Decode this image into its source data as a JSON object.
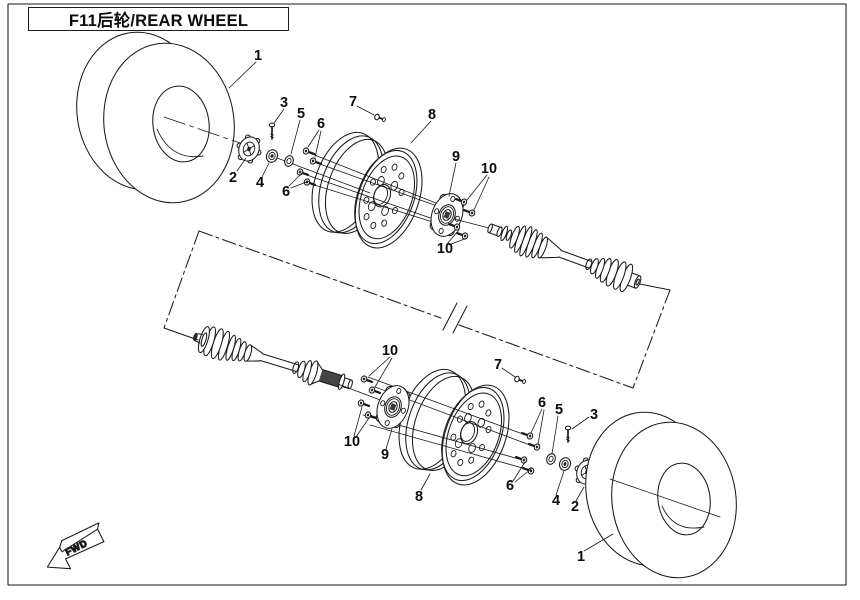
{
  "colors": {
    "ink": "#1a1a1a",
    "paper": "#ffffff"
  },
  "header": {
    "title": "F11后轮/REAR WHEEL"
  },
  "orientation": {
    "fwd_label": "FWD"
  },
  "callouts": {
    "top": [
      {
        "label": "1"
      },
      {
        "label": "2"
      },
      {
        "label": "3"
      },
      {
        "label": "4"
      },
      {
        "label": "5"
      },
      {
        "label": "6"
      },
      {
        "label": "6"
      },
      {
        "label": "7"
      },
      {
        "label": "8"
      },
      {
        "label": "9"
      },
      {
        "label": "10"
      },
      {
        "label": "10"
      }
    ],
    "bottom": [
      {
        "label": "10"
      },
      {
        "label": "10"
      },
      {
        "label": "9"
      },
      {
        "label": "8"
      },
      {
        "label": "7"
      },
      {
        "label": "6"
      },
      {
        "label": "5"
      },
      {
        "label": "3"
      },
      {
        "label": "6"
      },
      {
        "label": "4"
      },
      {
        "label": "2"
      },
      {
        "label": "1"
      }
    ]
  }
}
